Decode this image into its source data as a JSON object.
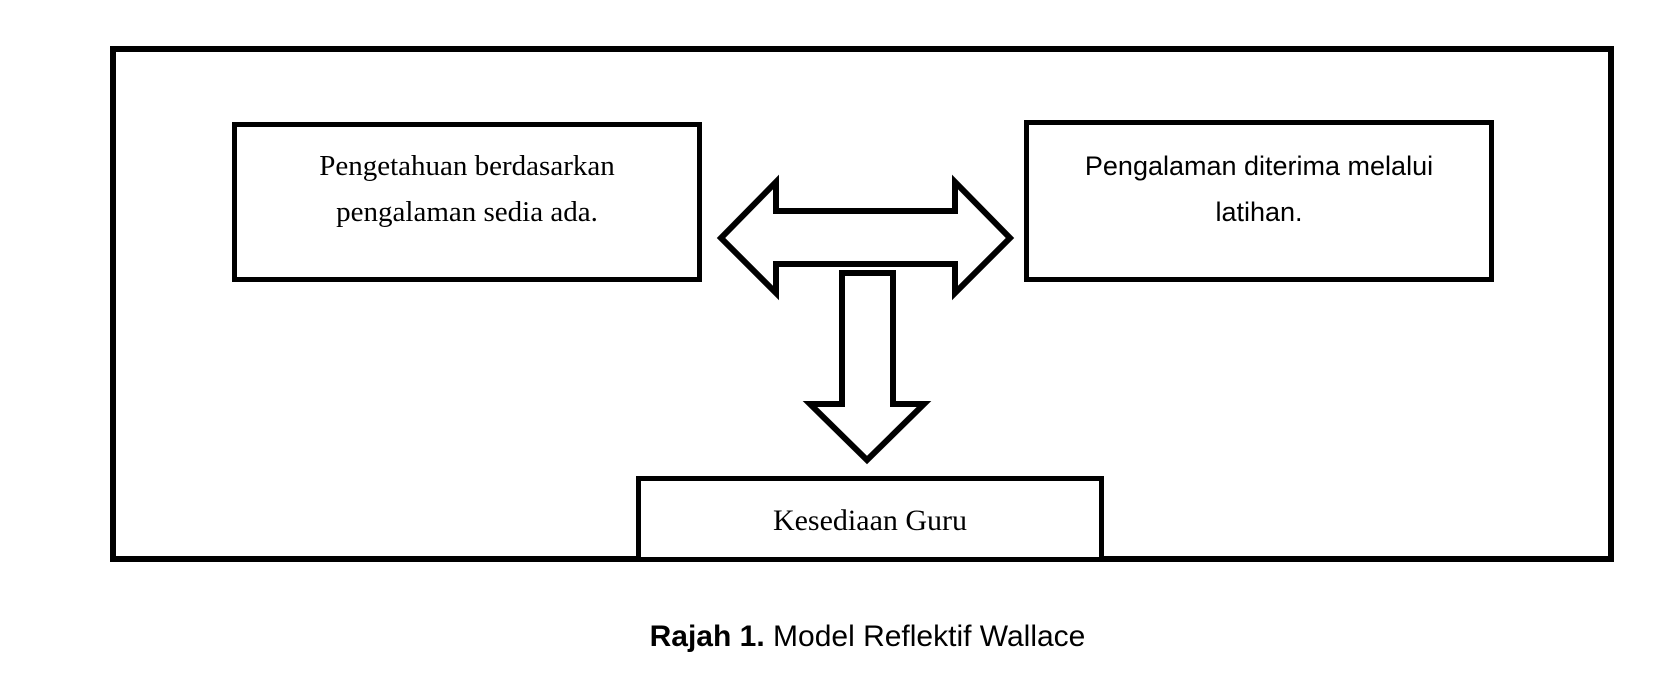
{
  "diagram": {
    "left_box": {
      "line1": "Pengetahuan berdasarkan",
      "line2": "pengalaman sedia ada."
    },
    "right_box": {
      "line1": "Pengalaman diterima melalui",
      "line2": "latihan."
    },
    "bottom_box": {
      "label": "Kesediaan Guru"
    }
  },
  "caption": {
    "prefix": "Rajah 1.",
    "text": "Model Reflektif Wallace"
  }
}
